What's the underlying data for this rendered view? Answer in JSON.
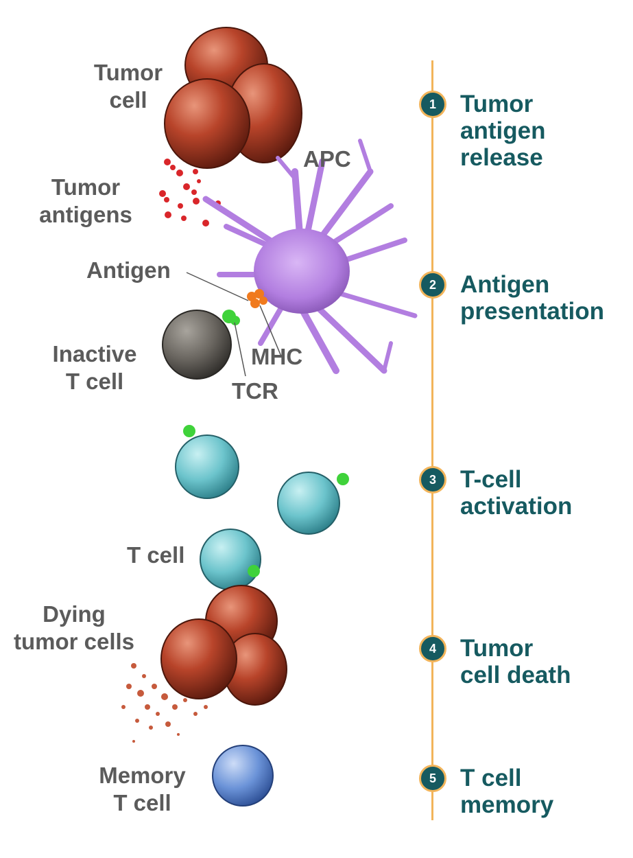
{
  "labels": {
    "tumor_cell": [
      "Tumor",
      "cell"
    ],
    "tumor_antigens": [
      "Tumor",
      "antigens"
    ],
    "apc": "APC",
    "antigen": "Antigen",
    "mhc": "MHC",
    "inactive_t_cell": [
      "Inactive",
      "T cell"
    ],
    "tcr": "TCR",
    "t_cell": "T cell",
    "dying_tumor_cells": [
      "Dying",
      "tumor cells"
    ],
    "memory_t_cell": [
      "Memory",
      "T cell"
    ]
  },
  "steps": [
    {
      "number": "1",
      "lines": [
        "Tumor",
        "antigen",
        "release"
      ]
    },
    {
      "number": "2",
      "lines": [
        "Antigen",
        "presentation"
      ]
    },
    {
      "number": "3",
      "lines": [
        "T-cell",
        "activation"
      ]
    },
    {
      "number": "4",
      "lines": [
        "Tumor",
        "cell death"
      ]
    },
    {
      "number": "5",
      "lines": [
        "T cell",
        "memory"
      ]
    }
  ],
  "colors": {
    "label_gray": "#5b5b5b",
    "step_teal": "#165a60",
    "timeline_orange": "#f2b45a",
    "tumor_red": "#b8442a",
    "apc_purple": "#b27ee0",
    "inactive_gray": "#6a6660",
    "active_teal": "#6cc4cc",
    "memory_blue": "#6b93d8",
    "tcr_green": "#3fd23a",
    "mhc_orange": "#f07a1e"
  }
}
